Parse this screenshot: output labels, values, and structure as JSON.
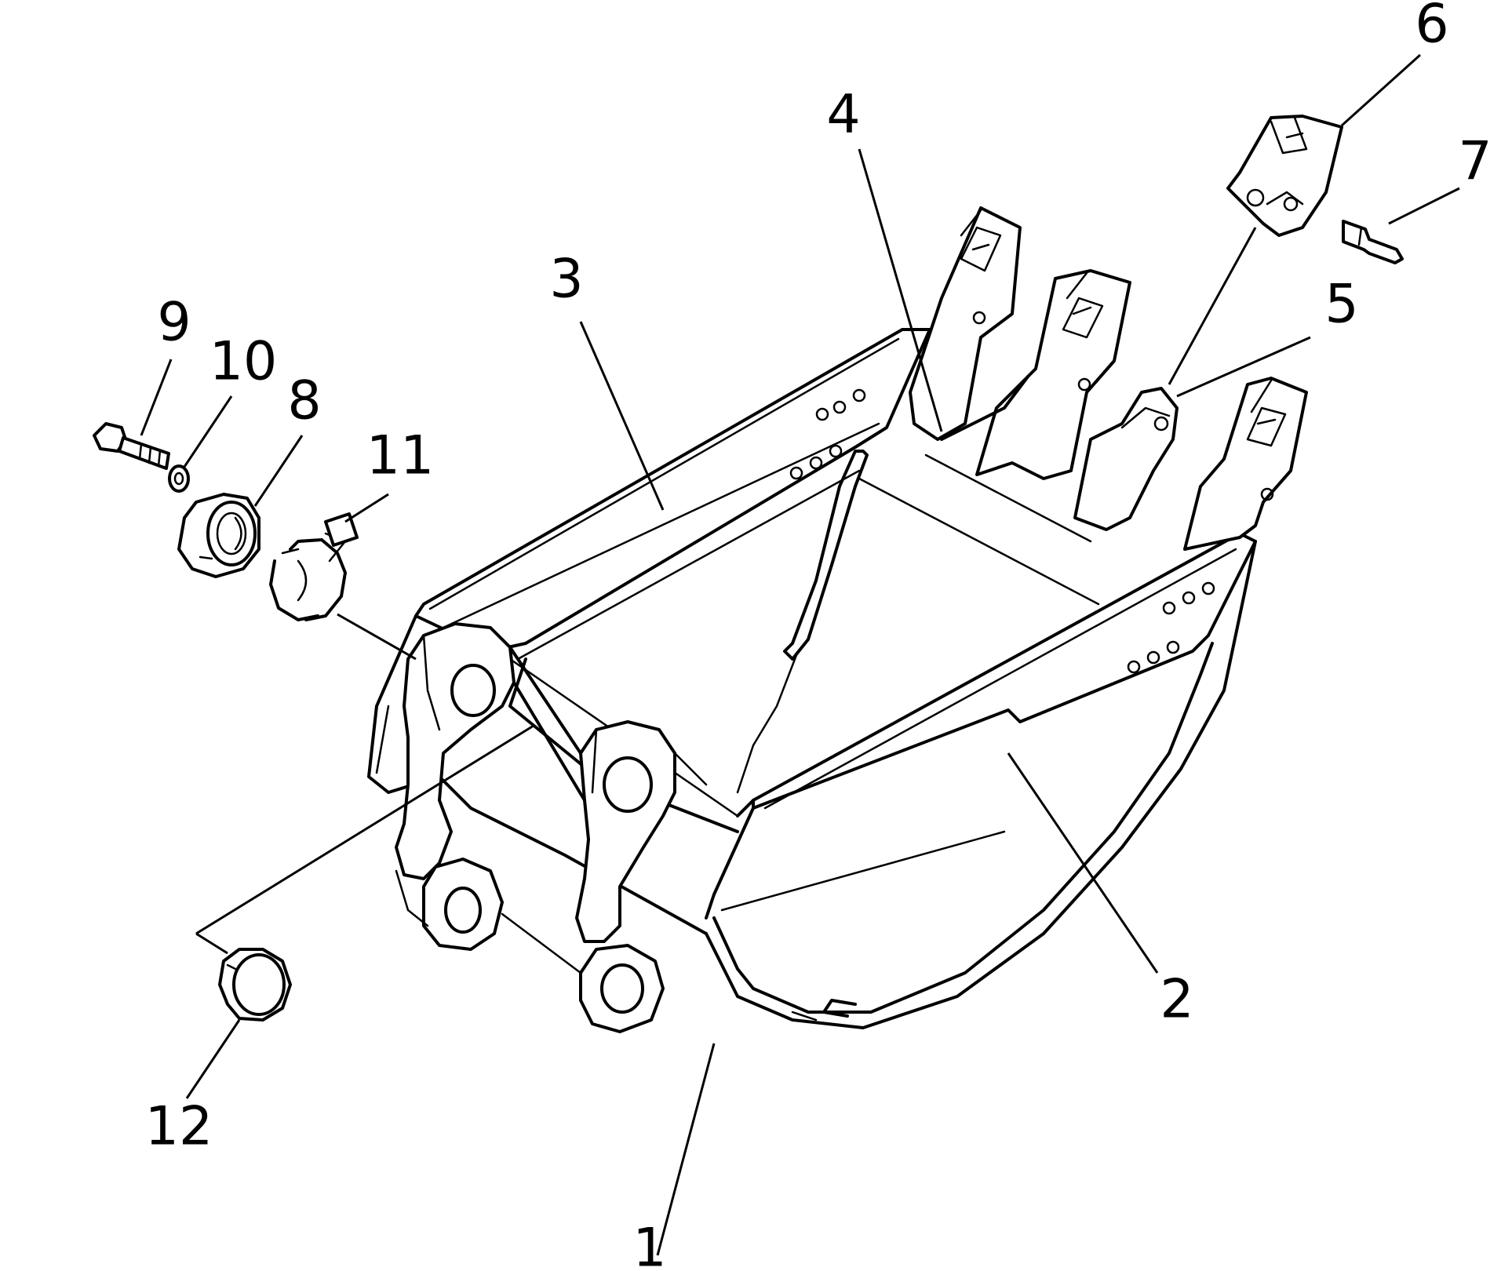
{
  "figure": {
    "type": "exploded-parts-diagram",
    "subject": "excavator-bucket"
  },
  "callouts": [
    {
      "id": "1",
      "label": "1"
    },
    {
      "id": "2",
      "label": "2"
    },
    {
      "id": "3",
      "label": "3"
    },
    {
      "id": "4",
      "label": "4"
    },
    {
      "id": "5",
      "label": "5"
    },
    {
      "id": "6",
      "label": "6"
    },
    {
      "id": "7",
      "label": "7"
    },
    {
      "id": "8",
      "label": "8"
    },
    {
      "id": "9",
      "label": "9"
    },
    {
      "id": "10",
      "label": "10"
    },
    {
      "id": "11",
      "label": "11"
    },
    {
      "id": "12",
      "label": "12"
    }
  ]
}
